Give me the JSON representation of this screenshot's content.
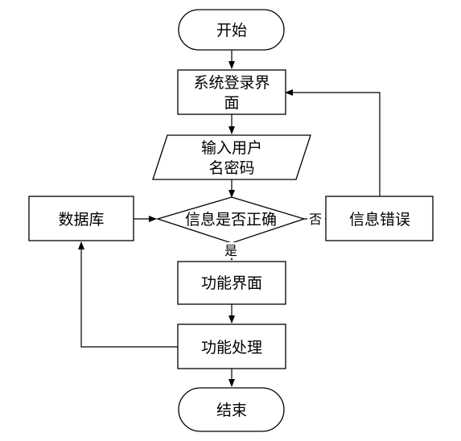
{
  "nodes": {
    "start": "开始",
    "login_line1": "系统登录界",
    "login_line2": "面",
    "input_line1": "输入用户",
    "input_line2": "名密码",
    "decision": "信息是否正确",
    "database": "数据库",
    "error": "信息错误",
    "function_ui": "功能界面",
    "function_process": "功能处理",
    "end": "结束"
  },
  "edges": {
    "yes": "是",
    "no": "否"
  }
}
